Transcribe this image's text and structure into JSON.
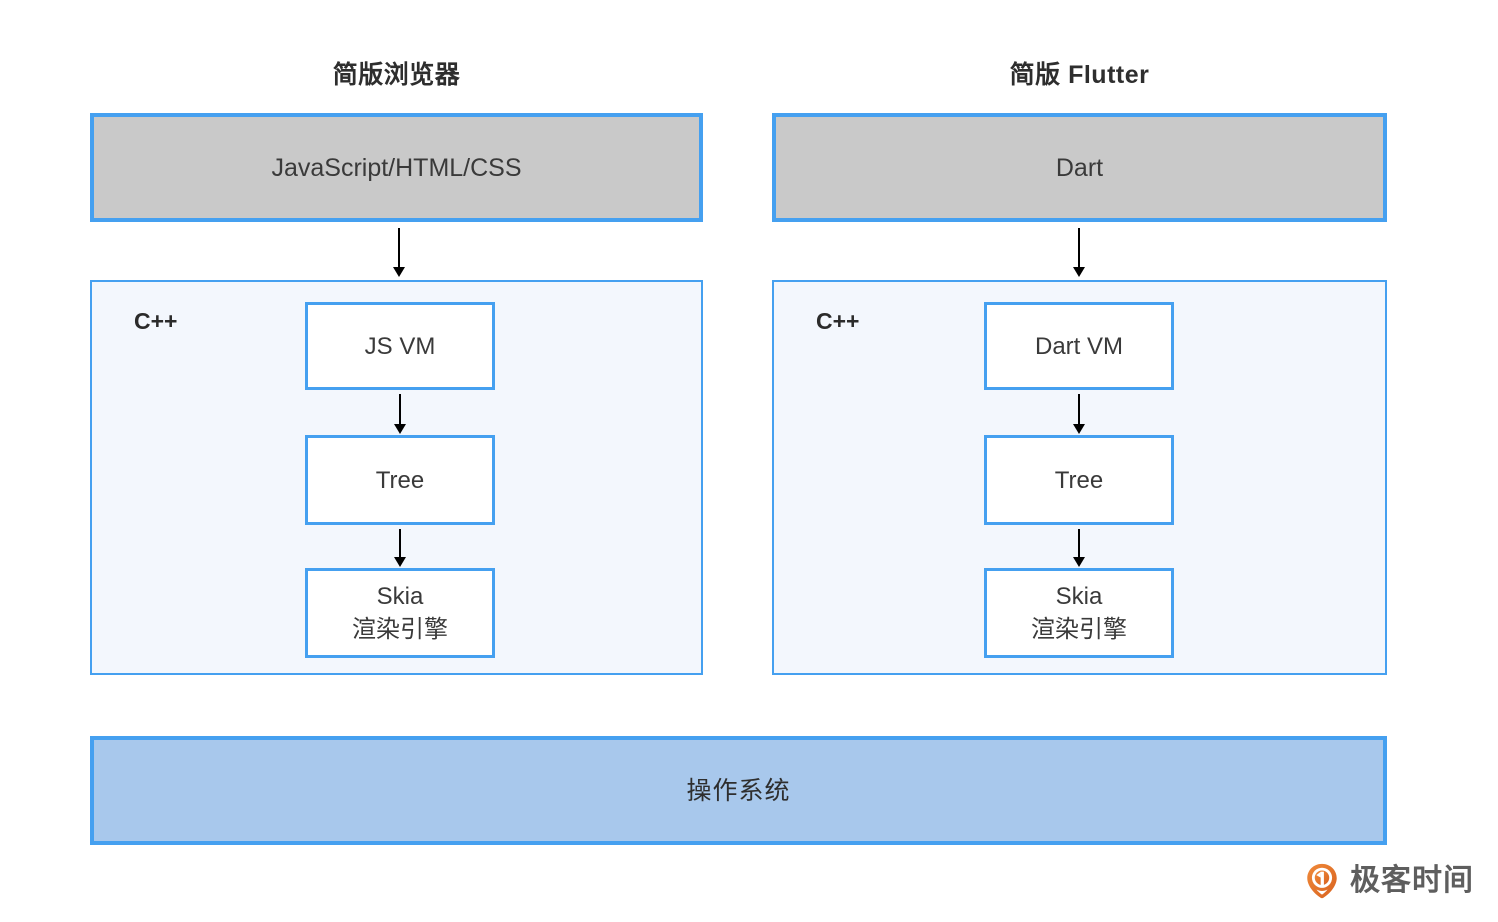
{
  "diagram": {
    "title_left": "简版浏览器",
    "title_right": "简版 Flutter",
    "columns": [
      {
        "title": "简版浏览器",
        "language_layer": "JavaScript/HTML/CSS",
        "engine_label": "C++",
        "nodes": [
          {
            "line1": "JS VM",
            "line2": ""
          },
          {
            "line1": "Tree",
            "line2": ""
          },
          {
            "line1": "Skia",
            "line2": "渲染引擎"
          }
        ]
      },
      {
        "title": "简版 Flutter",
        "language_layer": "Dart",
        "engine_label": "C++",
        "nodes": [
          {
            "line1": "Dart VM",
            "line2": ""
          },
          {
            "line1": "Tree",
            "line2": ""
          },
          {
            "line1": "Skia",
            "line2": "渲染引擎"
          }
        ]
      }
    ],
    "os_layer": "操作系统"
  },
  "watermark": {
    "brand": "极客时间",
    "logo_icon": "geektime-pin-icon",
    "logo_color": "#e8722a"
  },
  "colors": {
    "accent_blue": "#45a0f0",
    "language_gray": "#c9c9c9",
    "engine_fill": "#f3f7fd",
    "os_fill": "#a8c8ec",
    "node_fill": "#ffffff",
    "background": "#ffffff",
    "arrow": "#000000"
  }
}
